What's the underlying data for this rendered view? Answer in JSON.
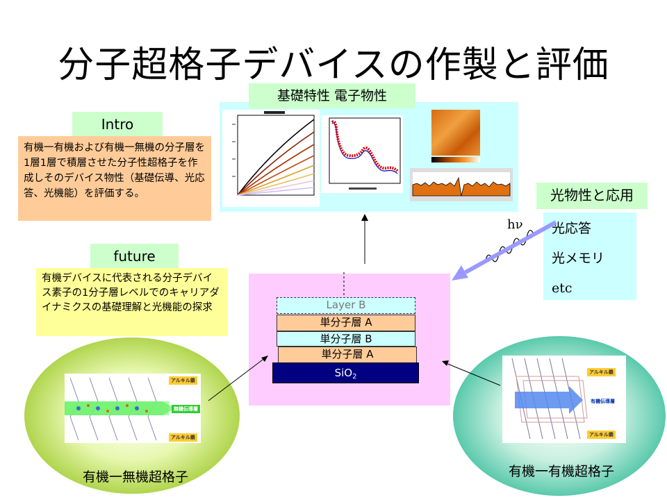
{
  "title": "分子超格子デバイスの作製と評価",
  "header_basic": "基礎特性  電子物性",
  "intro": {
    "label": "Intro",
    "text": "有機一有機および有機一無機の分子層を1層1層で積層させた分子性超格子を作成しそのデバイス物性（基礎伝導、光応答、光機能）を評価する。"
  },
  "future": {
    "label": "future",
    "text": "有機デバイスに代表される分子デバイス素子の1分子層レベルでのキャリアダイナミクスの基礎理解と光機能の探求"
  },
  "optical": {
    "label": "光物性と応用",
    "items": [
      "光応答",
      "光メモリ",
      "etc"
    ],
    "hv": "hν"
  },
  "layers": [
    {
      "label": "Layer B"
    },
    {
      "label": "単分子層 A"
    },
    {
      "label": "単分子層 B"
    },
    {
      "label": "単分子層  A"
    }
  ],
  "substrate": {
    "base": "SiO",
    "subscript": "2"
  },
  "left_oval": {
    "caption": "有機一無機超格子",
    "tag_top": "アルキル鎖",
    "tag_mid": "無機伝導層",
    "tag_bottom": "アルキル鎖"
  },
  "right_oval": {
    "caption": "有機一有機超格子",
    "tag_top": "アルキル鎖",
    "tag_mid": "有機伝導層",
    "tag_bottom": "アルキル鎖"
  },
  "colors": {
    "cyan_panel": "#ccffff",
    "pink_panel": "#ffccff",
    "label_green": "#ccffcc",
    "intro_orange": "#ffcc99",
    "future_yellow": "#ffff99",
    "substrate_navy": "#000080"
  }
}
